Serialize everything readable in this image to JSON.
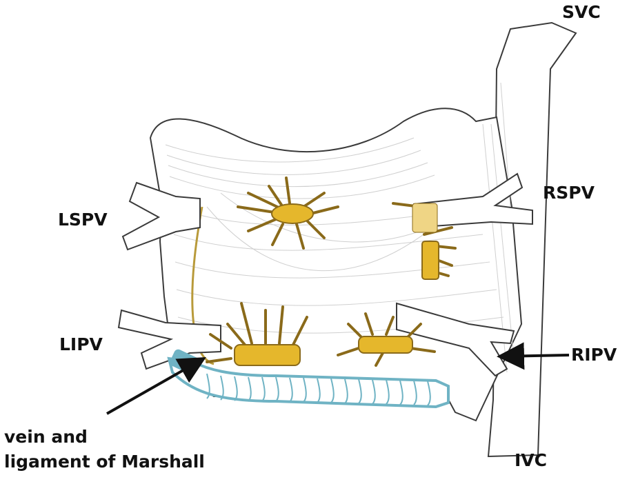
{
  "labels": {
    "svc": "SVC",
    "rspv": "RSPV",
    "lspv": "LSPV",
    "lipv": "LIPV",
    "ripv": "RIPV",
    "ivc": "IVC",
    "marshall_line1": "vein and",
    "marshall_line2": "ligament of Marshall"
  },
  "colors": {
    "ganglia": "#E5B72C",
    "ganglia_edge": "#8A6A1A",
    "coronary_sinus": "#6FB3C4",
    "tissue_outline": "#3A3A3A",
    "fiber": "#CFCFCF",
    "arrow": "#111111"
  }
}
